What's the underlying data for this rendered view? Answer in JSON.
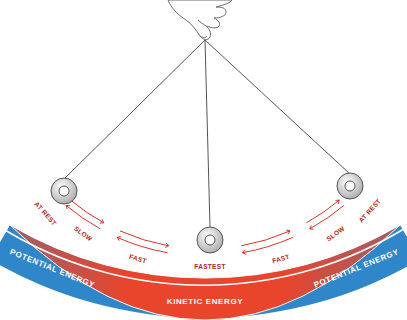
{
  "diagram": {
    "nodes": [
      {
        "text": [
          "POTENTIAL ENERGY"
        ]
      },
      {
        "text": [
          "KINETIC ENERGY"
        ]
      },
      {
        "text": [
          "POTENTIAL ENERGY"
        ]
      }
    ],
    "labels": [
      "AT REST",
      "SLOW",
      "FAST",
      "FASTEST",
      "FAST",
      "SLOW",
      "AT REST"
    ]
  }
}
